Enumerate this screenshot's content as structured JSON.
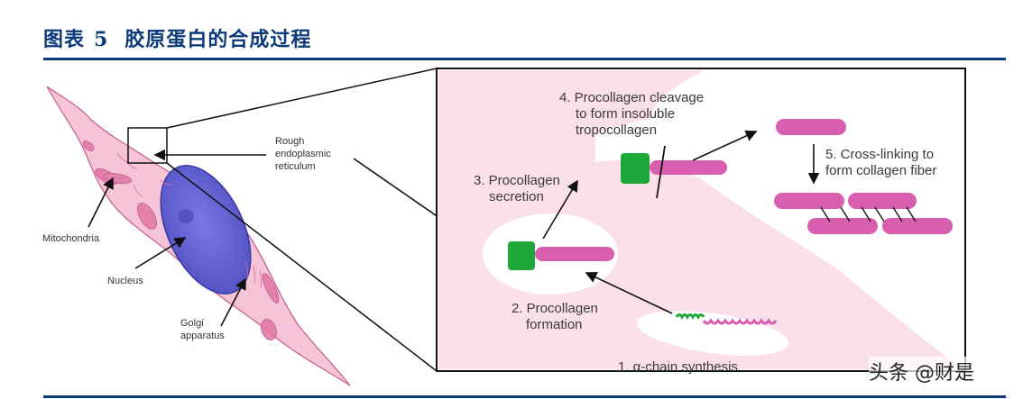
{
  "header": {
    "figure_label": "图表",
    "figure_number": "5",
    "title": "胶原蛋白的合成过程"
  },
  "cell_panel": {
    "labels": {
      "rer": [
        "Rough",
        "endoplasmic",
        "reticulum"
      ],
      "mitochondria": "Mitochondria",
      "nucleus": "Nucleus",
      "golgi": [
        "Golgi",
        "apparatus"
      ]
    }
  },
  "process_panel": {
    "steps": [
      {
        "id": 1,
        "lines": [
          "1. α-chain synthesis"
        ]
      },
      {
        "id": 2,
        "lines": [
          "2. Procollagen",
          "formation"
        ]
      },
      {
        "id": 3,
        "lines": [
          "3. Procollagen",
          "secretion"
        ]
      },
      {
        "id": 4,
        "lines": [
          "4. Procollagen cleavage",
          "to form insoluble",
          "tropocollagen"
        ]
      },
      {
        "id": 5,
        "lines": [
          "5. Cross-linking to",
          "form collagen fiber"
        ]
      }
    ]
  },
  "colors": {
    "accent": "#0d3a7a",
    "cell_pink": "#f2b8cf",
    "nucleus_blue": "#6a6ad8",
    "panel_pink": "#fbe3ee",
    "helix_green": "#1fa83a",
    "helix_magenta": "#d85fb0"
  },
  "watermark": "头条 @财是"
}
